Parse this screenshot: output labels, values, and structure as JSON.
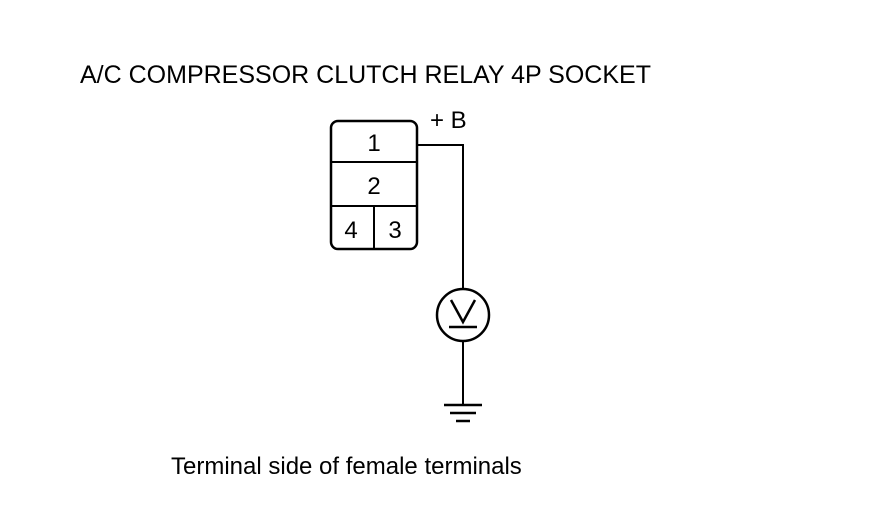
{
  "title": "A/C COMPRESSOR CLUTCH RELAY 4P SOCKET",
  "supply_label": "+ B",
  "connector": {
    "pins": {
      "p1": "1",
      "p2": "2",
      "p3": "3",
      "p4": "4"
    }
  },
  "meter": {
    "symbol": "V",
    "icon": "voltmeter-icon"
  },
  "ground": {
    "icon": "ground-icon"
  },
  "caption": "Terminal side of female terminals",
  "colors": {
    "line": "#000000",
    "background": "#ffffff"
  }
}
